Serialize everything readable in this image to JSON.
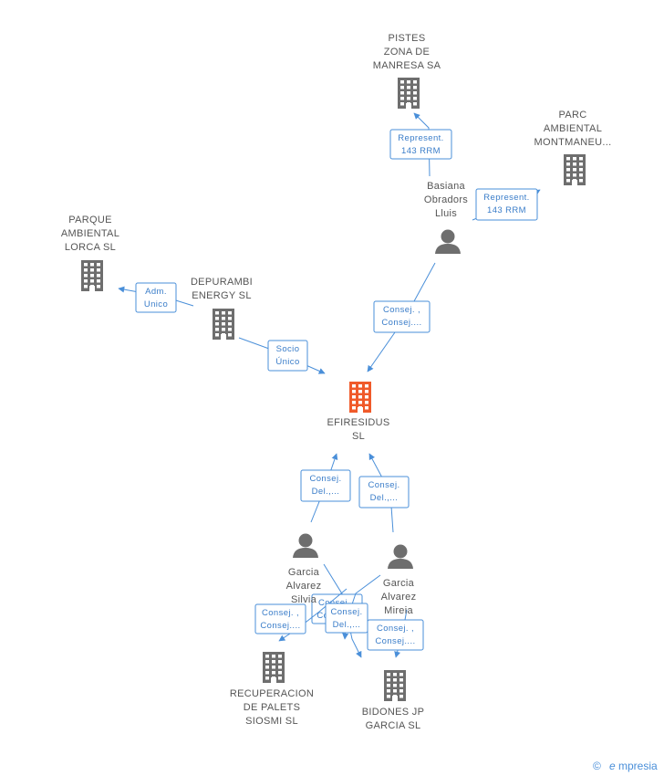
{
  "colors": {
    "company": "#6e6e6e",
    "focus_company": "#f05a2a",
    "person": "#6e6e6e",
    "edge": "#4a8fd9",
    "edge_text": "#3a7dc9",
    "label": "#555555"
  },
  "nodes": [
    {
      "id": "pistes",
      "type": "company",
      "icon": "building-icon",
      "label": [
        "PISTES",
        "ZONA DE",
        "MANRESA SA"
      ]
    },
    {
      "id": "parc",
      "type": "company",
      "icon": "building-icon",
      "label": [
        "PARC",
        "AMBIENTAL",
        "MONTMANEU..."
      ]
    },
    {
      "id": "basiana",
      "type": "person",
      "icon": "person-icon",
      "label": [
        "Basiana",
        "Obradors",
        "Lluis"
      ]
    },
    {
      "id": "parque",
      "type": "company",
      "icon": "building-icon",
      "label": [
        "PARQUE",
        "AMBIENTAL",
        "LORCA SL"
      ]
    },
    {
      "id": "depurambi",
      "type": "company",
      "icon": "building-icon",
      "label": [
        "DEPURAMBI",
        "ENERGY  SL"
      ]
    },
    {
      "id": "efiresidus",
      "type": "focus",
      "icon": "building-icon",
      "label": [
        "EFIRESIDUS",
        "SL"
      ]
    },
    {
      "id": "silvia",
      "type": "person",
      "icon": "person-icon",
      "label": [
        "Garcia",
        "Alvarez",
        "Silvia"
      ]
    },
    {
      "id": "mireia",
      "type": "person",
      "icon": "person-icon",
      "label": [
        "Garcia",
        "Alvarez",
        "Mireia"
      ]
    },
    {
      "id": "recuperacion",
      "type": "company",
      "icon": "building-icon",
      "label": [
        "RECUPERACION",
        "DE PALETS",
        "SIOSMI SL"
      ]
    },
    {
      "id": "bidones",
      "type": "company",
      "icon": "building-icon",
      "label": [
        "BIDONES JP",
        "GARCIA SL"
      ]
    }
  ],
  "edges": [
    {
      "id": "e1",
      "label": [
        "Represent.",
        "143 RRM"
      ]
    },
    {
      "id": "e2",
      "label": [
        "Represent.",
        "143 RRM"
      ]
    },
    {
      "id": "e3",
      "label": [
        "Consej. ,",
        "Consej...."
      ]
    },
    {
      "id": "e4",
      "label": [
        "Adm.",
        "Unico"
      ]
    },
    {
      "id": "e5",
      "label": [
        "Socio",
        "Único"
      ]
    },
    {
      "id": "e6",
      "label": [
        "Consej.",
        "Del.,..."
      ]
    },
    {
      "id": "e7",
      "label": [
        "Consej.",
        "Del.,..."
      ]
    },
    {
      "id": "e8",
      "label": [
        "Consej. ,",
        "Consej...."
      ]
    },
    {
      "id": "e9",
      "label": [
        "Consej. ,",
        "Consej...."
      ]
    },
    {
      "id": "e10",
      "label": [
        "Consej.",
        "Del.,..."
      ]
    },
    {
      "id": "e11",
      "label": [
        "Consej. ,",
        "Consej...."
      ]
    }
  ],
  "watermark": {
    "copyright": "©",
    "brand_initial": "e",
    "brand_rest": "mpresia"
  }
}
